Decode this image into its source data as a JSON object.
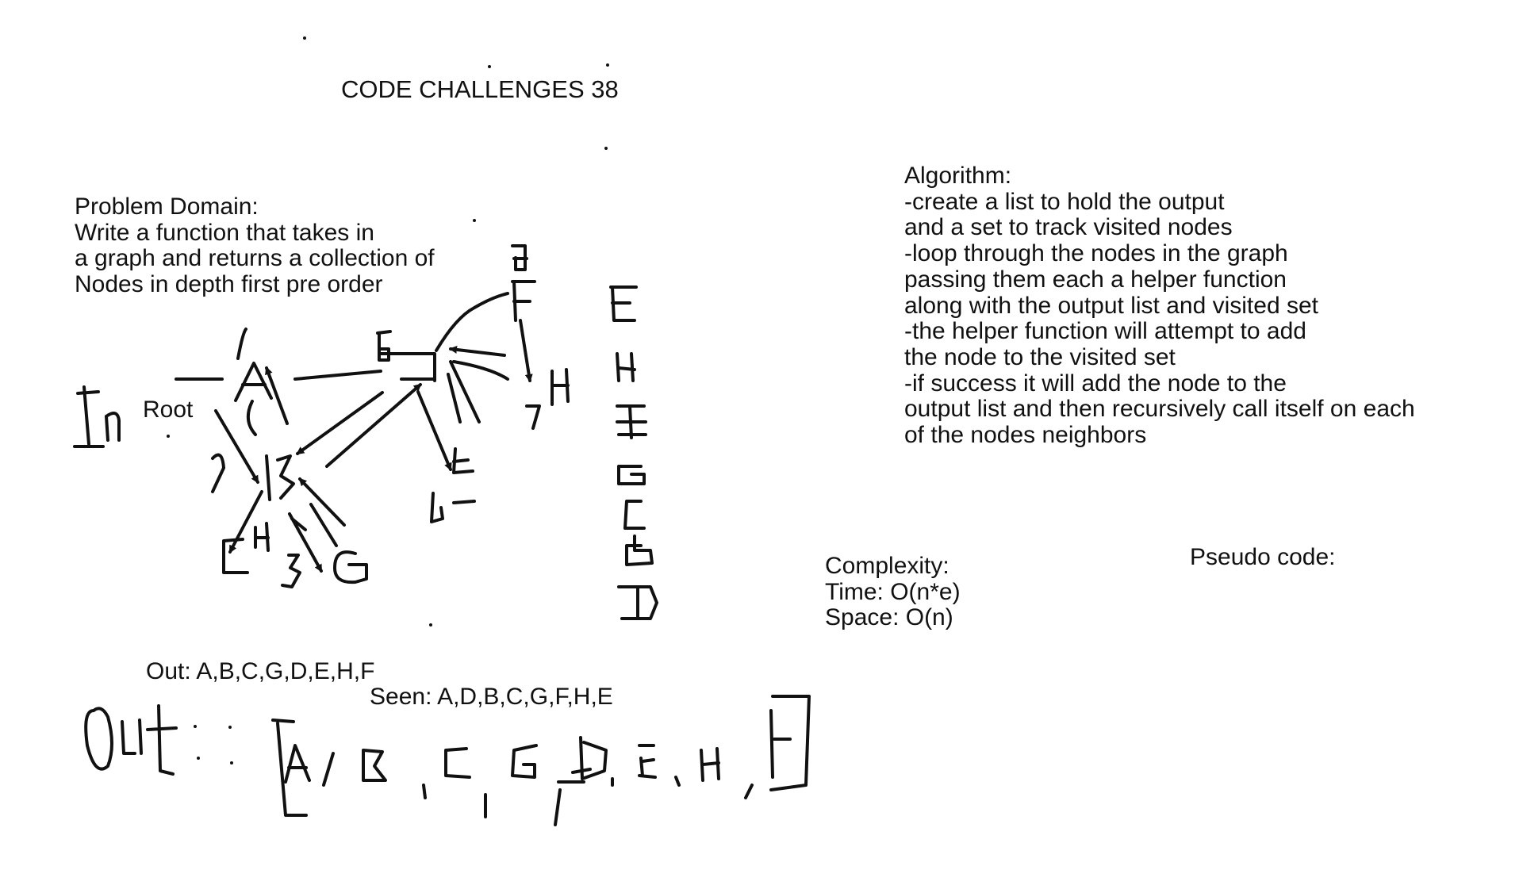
{
  "title": "CODE CHALLENGES 38",
  "problem_domain": {
    "heading": "Problem Domain:",
    "lines": [
      "Write a function that takes in",
      "a graph and returns a collection of",
      "Nodes in depth first pre order"
    ]
  },
  "algorithm": {
    "heading": "Algorithm:",
    "lines": [
      "-create a list to hold the output",
      "and a set to track visited nodes",
      "-loop through the nodes in the graph",
      "passing them each a helper function",
      "along with the output list and visited set",
      "-the helper function will attempt to add",
      "the node to the visited set",
      "-if success it will add the node to the",
      "output list and then recursively call itself on each",
      "of the nodes neighbors"
    ]
  },
  "complexity": {
    "heading": "Complexity:",
    "time": "Time: O(n*e)",
    "space": "Space: O(n)"
  },
  "pseudo_code_label": "Pseudo code:",
  "graph": {
    "in_label": "In",
    "root_label": "Root",
    "nodes": [
      {
        "name": "A",
        "number": "1"
      },
      {
        "name": "B",
        "number": "2"
      },
      {
        "name": "C",
        "number": "4"
      },
      {
        "name": "G",
        "number": "3"
      },
      {
        "name": "D",
        "number": "5"
      },
      {
        "name": "E",
        "number": "6"
      },
      {
        "name": "H",
        "number": "7"
      },
      {
        "name": "F",
        "number": "8"
      }
    ],
    "stack_letters": [
      "F",
      "H",
      "E",
      "G",
      "C",
      "B",
      "D"
    ]
  },
  "out_typed": "Out: A,B,C,G,D,E,H,F",
  "seen_typed": "Seen: A,D,B,C,G,F,H,E",
  "out_handwritten": {
    "label": "Out:",
    "items": [
      "A",
      "B",
      "C",
      "G",
      "D",
      "E",
      "H",
      "F"
    ]
  }
}
